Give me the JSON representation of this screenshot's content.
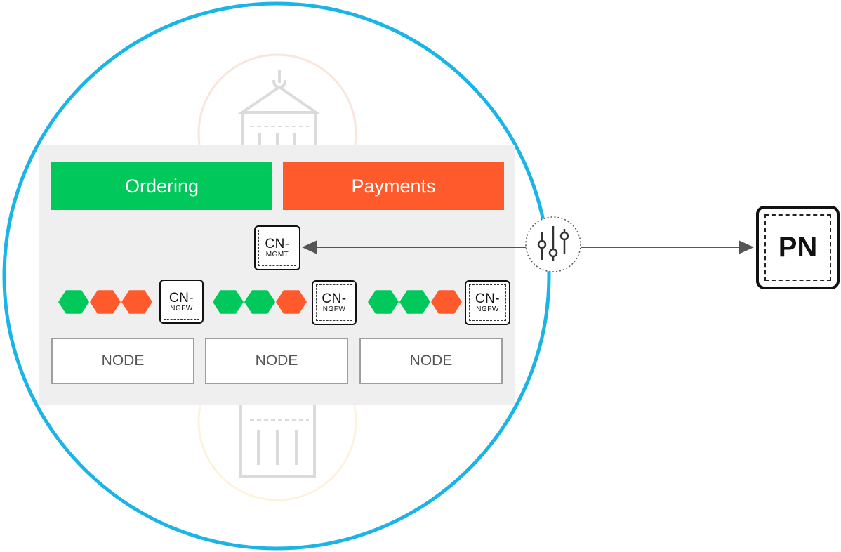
{
  "services": [
    {
      "label": "Ordering",
      "color": "#00c85a"
    },
    {
      "label": "Payments",
      "color": "#ff5a2c"
    }
  ],
  "management": {
    "top": "CN-",
    "bottom": "MGMT"
  },
  "firewalls": [
    {
      "top": "CN-",
      "bottom": "NGFW"
    },
    {
      "top": "CN-",
      "bottom": "NGFW"
    },
    {
      "top": "CN-",
      "bottom": "NGFW"
    }
  ],
  "pods": [
    [
      "green",
      "orange",
      "orange"
    ],
    [
      "green",
      "green",
      "orange"
    ],
    [
      "green",
      "green",
      "orange"
    ]
  ],
  "nodes": [
    "NODE",
    "NODE",
    "NODE"
  ],
  "panorama": {
    "label": "PN"
  },
  "connector": {
    "icon": "sliders-icon"
  },
  "colors": {
    "circle": "#1ab4e6",
    "panel": "#efefef",
    "green": "#00c85a",
    "orange": "#ff5a2c",
    "arrow": "#555555"
  }
}
